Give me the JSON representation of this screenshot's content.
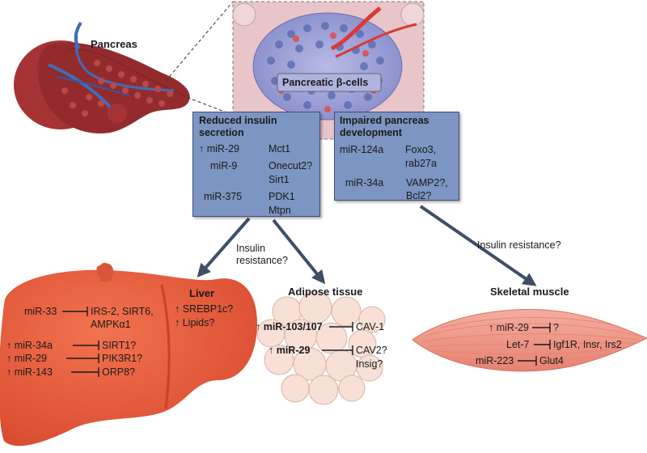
{
  "colors": {
    "box_fill": "#7d95c2",
    "box_border": "#3f4f75",
    "arrow": "#3e4e66",
    "liver": "#e8583a",
    "liver_dark": "#c9412a",
    "pancreas": "#9b2f30",
    "vessel": "#3f6db8",
    "muscle": "#ef9a8a",
    "adipose": "#f7dbd0",
    "islet": "#8d92cf"
  },
  "pancreas": {
    "label": "Pancreas"
  },
  "islet": {
    "label": "Pancreatic β-cells"
  },
  "box_reduced": {
    "title_1": "Reduced insulin",
    "title_2": "secretion",
    "rows": [
      {
        "mir": "↑ miR-29",
        "target": "Mct1"
      },
      {
        "mir": "miR-9",
        "target": "Onecut2?"
      },
      {
        "mir": "",
        "target": "Sirt1"
      },
      {
        "mir": "miR-375",
        "target": "PDK1"
      },
      {
        "mir": "",
        "target": "Mtpn"
      }
    ]
  },
  "box_impaired": {
    "title_1": "Impaired pancreas",
    "title_2": "development",
    "rows": [
      {
        "mir": "miR-124a",
        "target": "Foxo3,"
      },
      {
        "mir": "",
        "target": "rab27a"
      },
      {
        "mir": "miR-34a",
        "target": "VAMP2?,"
      },
      {
        "mir": "",
        "target": "Bcl2?"
      }
    ]
  },
  "arrow_labels": {
    "left_1": "Insulin",
    "left_2": "resistance?",
    "right": "Insulin resistance?"
  },
  "liver": {
    "label": "Liver",
    "rows": [
      {
        "mir": "miR-33",
        "target": "IRS-2, SIRT6,"
      },
      {
        "mir": "",
        "target": "AMPKα1"
      },
      {
        "mir": "↑ miR-34a",
        "target": "SIRT1?"
      },
      {
        "mir": "↑ miR-29",
        "target": "PIK3R1?"
      },
      {
        "mir": "↑ miR-143",
        "target": "ORP8?"
      }
    ],
    "side_1": "↑ SREBP1c?",
    "side_2": "↑ Lipids?"
  },
  "adipose": {
    "label": "Adipose tissue",
    "rows": [
      {
        "mir": "↑ miR-103/107",
        "target": "CAV-1"
      },
      {
        "mir": "↑ miR-29",
        "target": "CAV2?"
      },
      {
        "mir": "",
        "target": "Insig?"
      }
    ]
  },
  "muscle": {
    "label": "Skeletal muscle",
    "rows": [
      {
        "mir": "↑ miR-29",
        "target": "?"
      },
      {
        "mir": "Let-7",
        "target": "Igf1R, Insr, Irs2"
      },
      {
        "mir": "miR-223",
        "target": "Glut4"
      }
    ]
  }
}
